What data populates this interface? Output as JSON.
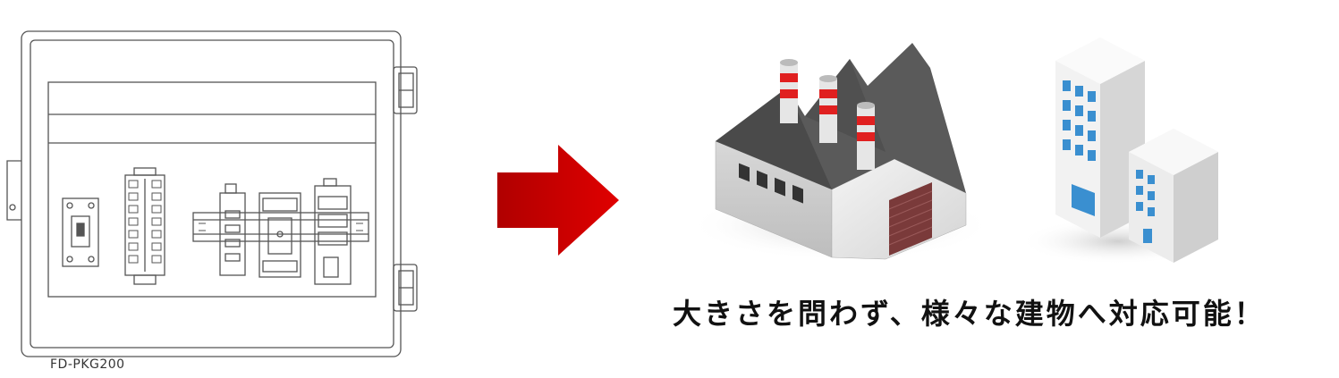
{
  "product": {
    "model_label": "FD-PKG200"
  },
  "tagline": "大きさを問わず、様々な建物へ対応可能！",
  "colors": {
    "arrow": "#e00000",
    "chimney_stripe": "#e02020",
    "roof": "#5a5a5a",
    "window_blue": "#3a8fd0"
  },
  "icons": [
    "control-panel-enclosure",
    "right-arrow-icon",
    "factory-icon",
    "office-building-icon"
  ]
}
